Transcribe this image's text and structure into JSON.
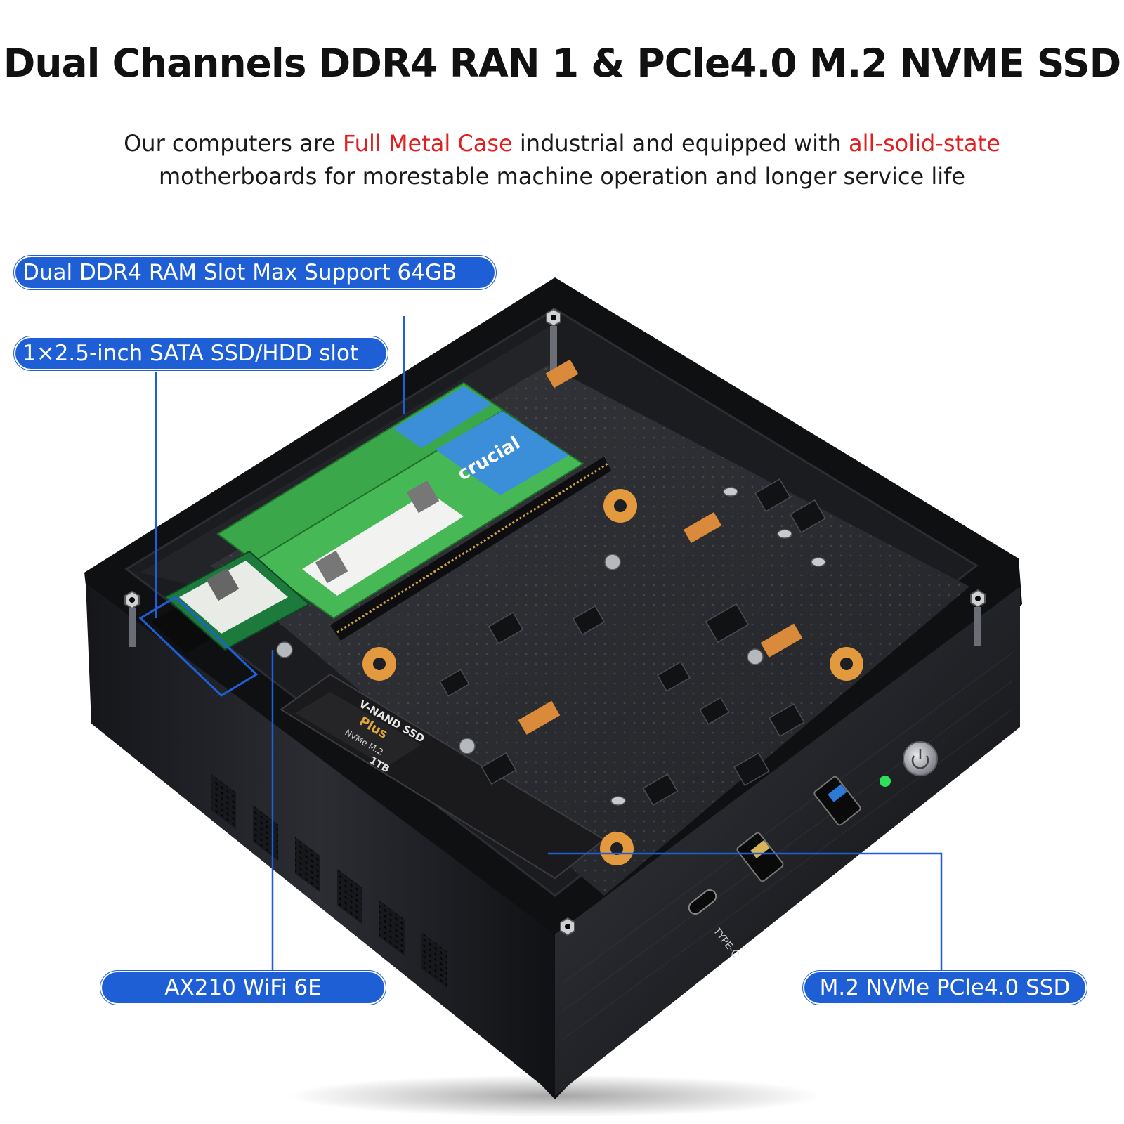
{
  "headline": "Dual Channels DDR4 RAN 1 & PCle4.0 M.2 NVME SSD",
  "subtitle": {
    "line1_a": "Our computers are ",
    "line1_b": "Full Metal Case",
    "line1_c": " industrial and equipped with ",
    "line1_d": "all-solid-state",
    "line2": "motherboards for morestable machine operation and longer service life"
  },
  "callouts": {
    "ram": "Dual DDR4 RAM Slot Max Support 64GB",
    "sata": "1×2.5-inch SATA SSD/HDD slot",
    "wifi": "AX210 WiFi 6E",
    "ssd": "M.2 NVMe PCle4.0 SSD"
  },
  "product_labels": {
    "ram_brand": "crucial",
    "ssd_brand": "V-NAND SSD",
    "ssd_model": "Plus",
    "ssd_type": "NVMe M.2",
    "ssd_capacity": "1TB",
    "port_typec": "TYPE-C"
  },
  "colors": {
    "accent_blue": "#1f5fd6",
    "highlight_red": "#e02020",
    "ram_green": "#3aa84a",
    "ram_label_blue": "#3b8fd8",
    "board_dark": "#2a2c30",
    "copper": "#d98a3a",
    "led_green": "#2ee05a"
  },
  "icons": [
    "power-button-icon",
    "usb3-port-icon",
    "usb-a-port-icon",
    "usb-c-port-icon",
    "led-indicator-icon"
  ]
}
